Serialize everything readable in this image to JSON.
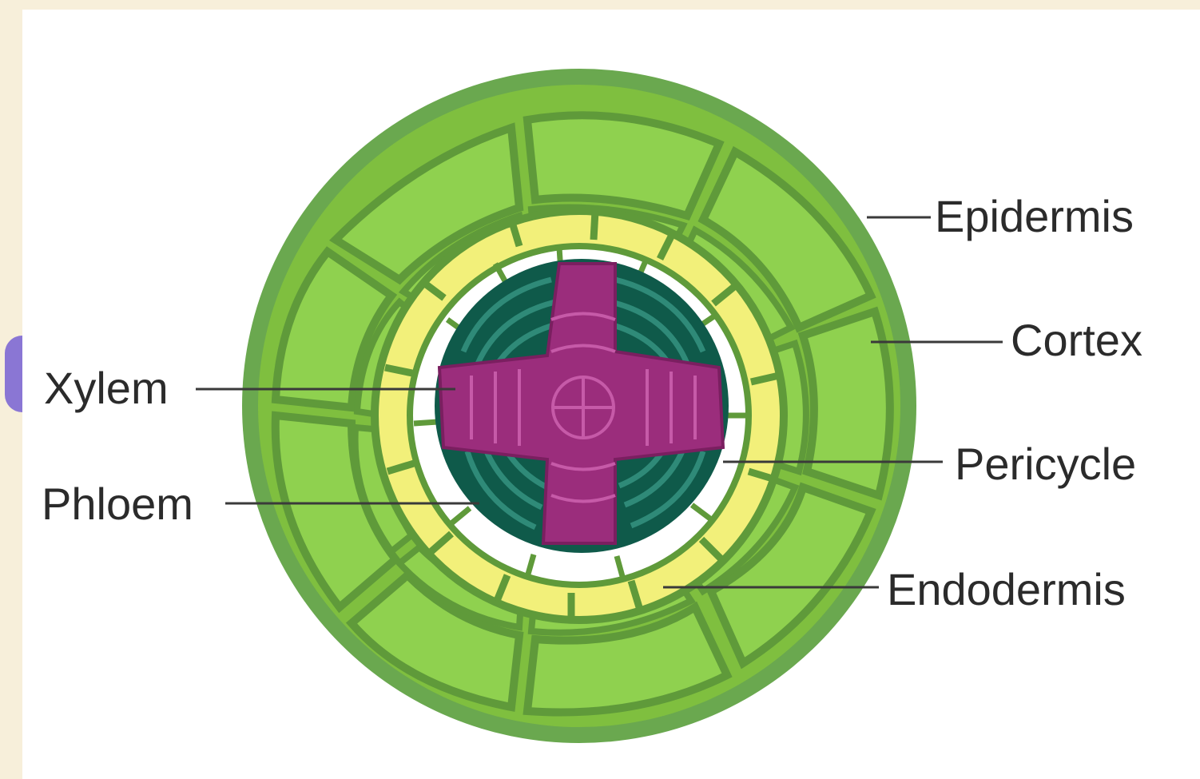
{
  "labels": {
    "epidermis": "Epidermis",
    "cortex": "Cortex",
    "pericycle": "Pericycle",
    "endodermis": "Endodermis",
    "xylem": "Xylem",
    "phloem": "Phloem"
  },
  "colors": {
    "background": "#f7efda",
    "panel": "#ffffff",
    "epidermis": "#6aa84f",
    "cortex_cell": "#8fd14f",
    "endodermis": "#f2f07a",
    "pericycle": "#ffffff",
    "xylem": "#9b2d7c",
    "phloem": "#0f5a4a",
    "accent": "#8a76d4"
  }
}
